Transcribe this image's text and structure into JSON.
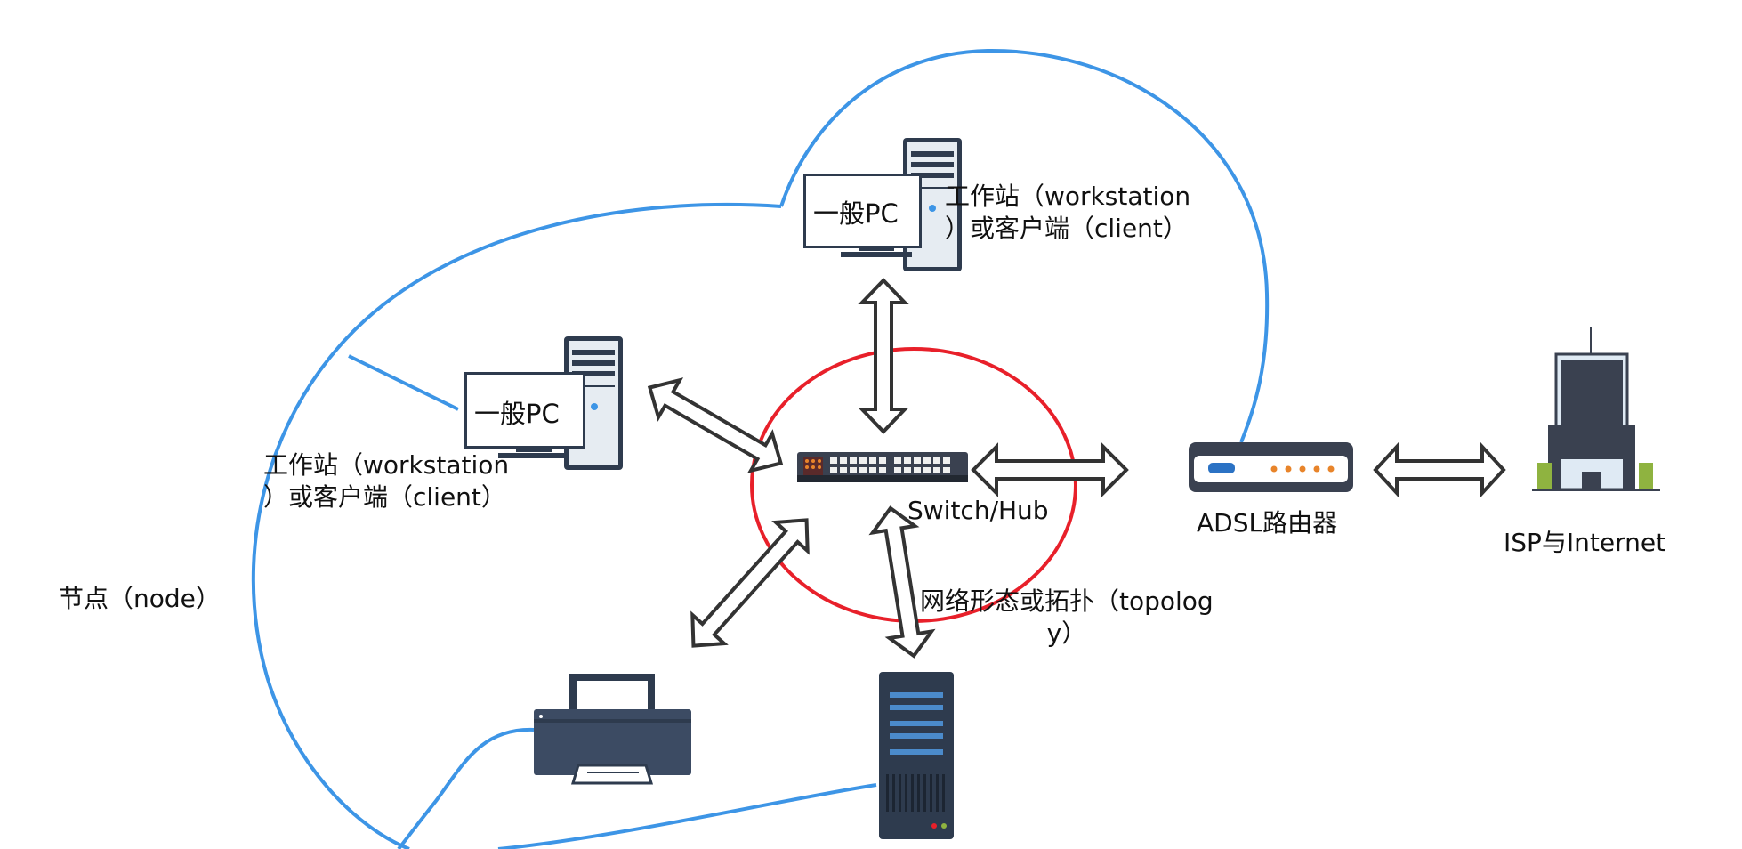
{
  "nodes": {
    "pc_top": {
      "label": "一般PC"
    },
    "pc_left": {
      "label": "一般PC"
    },
    "switch": {
      "label": "Switch/Hub"
    },
    "router": {
      "label": "ADSL路由器"
    },
    "isp": {
      "label": "ISP与Internet"
    }
  },
  "annotations": {
    "workstation_top_line1": "工作站（workstation",
    "workstation_top_line2": "）或客户端（client）",
    "workstation_left_line1": "工作站（workstation",
    "workstation_left_line2": "）或客户端（client）",
    "node": "节点（node）",
    "topology_line1": "网络形态或拓扑（topolog",
    "topology_line2": "y）"
  },
  "colors": {
    "cloud_line": "#3d95e6",
    "highlight_circle": "#e8202a",
    "arrow": "#333333",
    "device_dark": "#2e3b4e",
    "device_light": "#e6ecf2"
  }
}
